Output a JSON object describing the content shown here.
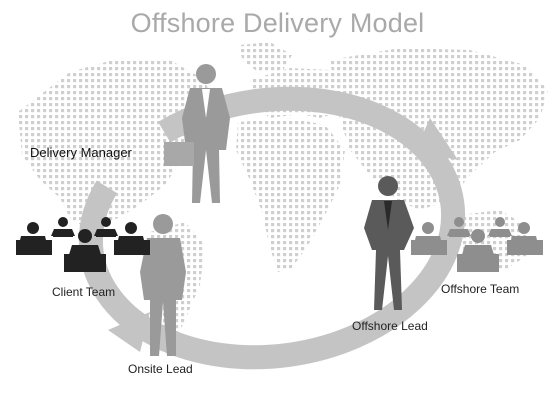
{
  "diagram": {
    "title": "Offshore Delivery Model",
    "labels": {
      "delivery_manager": "Delivery Manager",
      "client_team": "Client Team",
      "offshore_lead": "Offshore Lead",
      "offshore_team": "Offshore Team",
      "onsite_lead": "Onsite Lead"
    },
    "colors": {
      "title": "#a9a9a9",
      "map_dots": "#cfcfcf",
      "cycle_arrow": "#c4c4c4",
      "figure_light": "#9a9a9a",
      "figure_dark": "#5a5a5a",
      "team_icons": "#222222"
    }
  }
}
